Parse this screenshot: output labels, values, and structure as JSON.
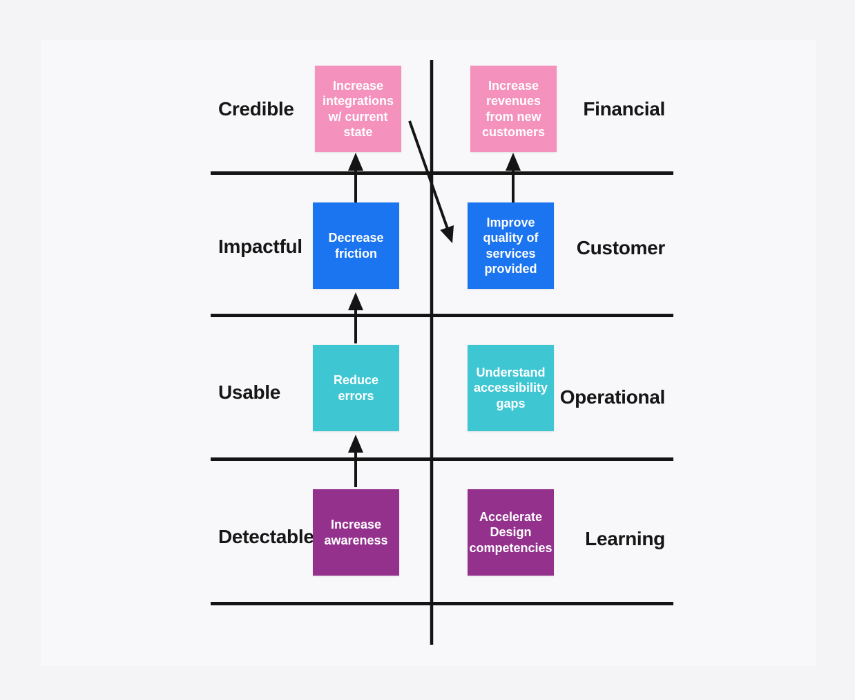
{
  "diagram": {
    "row_labels": [
      {
        "label": "Credible"
      },
      {
        "label": "Impactful"
      },
      {
        "label": "Usable"
      },
      {
        "label": "Detectable"
      }
    ],
    "column_labels": [
      {
        "label": "Financial"
      },
      {
        "label": "Customer"
      },
      {
        "label": "Operational"
      },
      {
        "label": "Learning"
      }
    ],
    "notes": [
      {
        "text": "Increase integrations w/ current state",
        "color": "#F491BC"
      },
      {
        "text": "Increase revenues from new customers",
        "color": "#F491BC"
      },
      {
        "text": "Decrease friction",
        "color": "#1B74F0"
      },
      {
        "text": "Improve quality of services provided",
        "color": "#1B74F0"
      },
      {
        "text": "Reduce errors",
        "color": "#3EC6D3"
      },
      {
        "text": "Understand accessibility gaps",
        "color": "#3EC6D3"
      },
      {
        "text": "Increase awareness",
        "color": "#93318D"
      },
      {
        "text": "Accelerate Design competencies",
        "color": "#93318D"
      }
    ],
    "colors": {
      "axis_line": "#141414",
      "arrow": "#141414",
      "background_outer": "#F4F3F5",
      "background_panel": "#F8F8FA",
      "label_text": "#161616",
      "note_text": "#FFFFFF"
    }
  }
}
